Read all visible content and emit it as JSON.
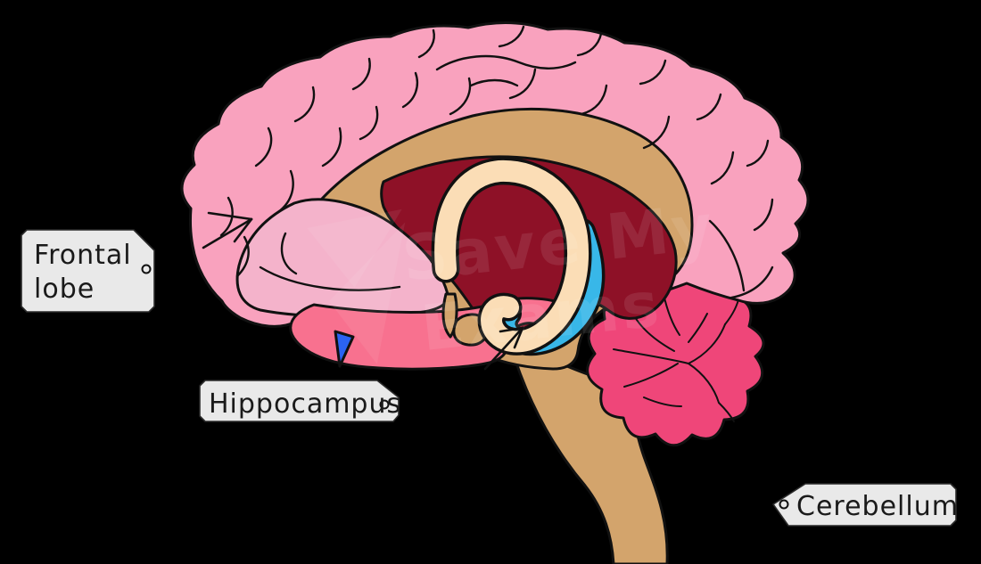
{
  "scene": {
    "background": "#000000",
    "description": "Sagittal cross-section diagram of a human brain with labelled parts"
  },
  "labels": {
    "frontal_lobe": {
      "line1": "Frontal",
      "line2": "lobe"
    },
    "hippocampus": {
      "text": "Hippocampus"
    },
    "cerebellum": {
      "text": "Cerebellum"
    }
  },
  "watermark": {
    "line1": "Save My",
    "line2": "Exams"
  },
  "colors": {
    "cortex": "#F9A2BE",
    "inner_fold": "#F4B3CB",
    "lower_region": "#F8718F",
    "white_matter": "#D3A46C",
    "brain_stem": "#D3A46C",
    "ventricle_region": "#8E1127",
    "corpus_callosum": "#FBDDB6",
    "hippocampus_structure": "#38B7E8",
    "pituitary": "#2B63F3",
    "cerebellum": "#EF4679",
    "label_bg": "#E9E9E9",
    "label_text": "#1A1A1A",
    "outline": "#111111"
  }
}
